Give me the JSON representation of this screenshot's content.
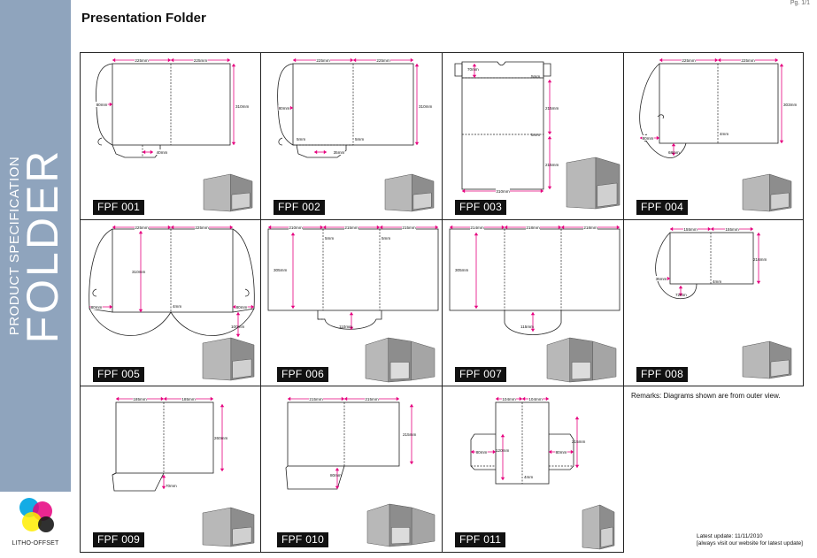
{
  "sidebar": {
    "spec_label": "PRODUCT SPECIFICATION",
    "folder_label": "FOLDER",
    "logo_text": "LITHO-OFFSET",
    "logo_colors": [
      "#00a5e3",
      "#e6007e",
      "#ffed00",
      "#1a1a1a"
    ]
  },
  "page": {
    "title": "Presentation Folder",
    "number": "Pg. 1/1"
  },
  "cells": [
    {
      "code": "FPF 001",
      "dims": [
        "225mm",
        "225mm",
        "310mm",
        "80mm",
        "40mm"
      ]
    },
    {
      "code": "FPF 002",
      "dims": [
        "225mm",
        "225mm",
        "310mm",
        "80mm",
        "5mm",
        "5mm",
        "35mm"
      ]
    },
    {
      "code": "FPF 003",
      "dims": [
        "70mm",
        "5mm",
        "215mm",
        "5mm",
        "215mm",
        "310mm"
      ]
    },
    {
      "code": "FPF 004",
      "dims": [
        "225mm",
        "225mm",
        "303mm",
        "80mm",
        "4mm",
        "68mm"
      ]
    },
    {
      "code": "FPF 005",
      "dims": [
        "225mm",
        "225mm",
        "310mm",
        "80mm",
        "4mm",
        "80mm",
        "100mm"
      ]
    },
    {
      "code": "FPF 006",
      "dims": [
        "210mm",
        "215mm",
        "215mm",
        "5mm",
        "5mm",
        "305mm",
        "110mm"
      ]
    },
    {
      "code": "FPF 007",
      "dims": [
        "214mm",
        "218mm",
        "218mm",
        "305mm",
        "115mm"
      ]
    },
    {
      "code": "FPF 008",
      "dims": [
        "155mm",
        "155mm",
        "216mm",
        "35mm",
        "4mm",
        "72mm"
      ]
    },
    {
      "code": "FPF 009",
      "dims": [
        "185mm",
        "185mm",
        "260mm",
        "70mm"
      ]
    },
    {
      "code": "FPF 010",
      "dims": [
        "215mm",
        "215mm",
        "215mm",
        "80mm"
      ]
    },
    {
      "code": "FPF 011",
      "dims": [
        "104mm",
        "104mm",
        "120mm",
        "80mm",
        "80mm",
        "215mm",
        "4mm"
      ]
    }
  ],
  "remarks": "Remarks: Diagrams shown are from outer view.",
  "footer": {
    "update": "Latest update: 11/11/2010",
    "note": "[always visit our website for latest update]"
  },
  "colors": {
    "sidebar": "#8fa4bd",
    "dimension": "#e6007e",
    "line": "#222222",
    "mockup": "#9a9a9a",
    "label_bg": "#111111"
  }
}
